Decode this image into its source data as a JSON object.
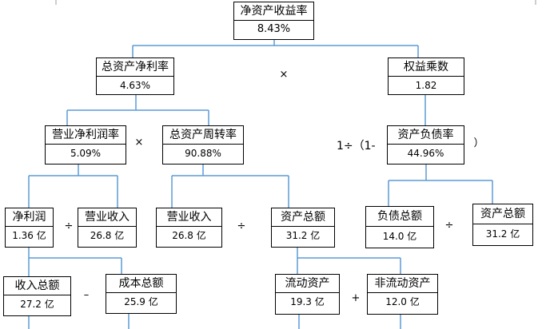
{
  "nodes": {
    "roe": {
      "label": "净资产收益率",
      "value": "8.43%"
    },
    "roa": {
      "label": "总资产净利率",
      "value": "4.63%"
    },
    "equity_multiplier": {
      "label": "权益乘数",
      "value": "1.82"
    },
    "net_margin": {
      "label": "营业净利润率",
      "value": "5.09%"
    },
    "asset_turnover": {
      "label": "总资产周转率",
      "value": "90.88%"
    },
    "debt_ratio": {
      "label": "资产负债率",
      "value": "44.96%"
    },
    "net_profit": {
      "label": "净利润",
      "value": "1.36 亿"
    },
    "revenue_a": {
      "label": "营业收入",
      "value": "26.8 亿"
    },
    "revenue_b": {
      "label": "营业收入",
      "value": "26.8 亿"
    },
    "total_assets_a": {
      "label": "资产总额",
      "value": "31.2 亿"
    },
    "total_liabilities": {
      "label": "负债总额",
      "value": "14.0 亿"
    },
    "total_assets_b": {
      "label": "资产总额",
      "value": "31.2 亿"
    },
    "total_income": {
      "label": "收入总额",
      "value": "27.2 亿"
    },
    "total_cost": {
      "label": "成本总额",
      "value": "25.9 亿"
    },
    "current_assets": {
      "label": "流动资产",
      "value": "19.3 亿"
    },
    "noncurrent_assets": {
      "label": "非流动资产",
      "value": "12.0 亿"
    }
  },
  "operators": {
    "times_top": "×",
    "times_mid": "×",
    "divide_profit": "÷",
    "divide_turnover": "÷",
    "divide_debt": "÷",
    "minus": "–",
    "plus": "+",
    "one_minus_open": "1÷（1-",
    "paren_close": "）"
  }
}
